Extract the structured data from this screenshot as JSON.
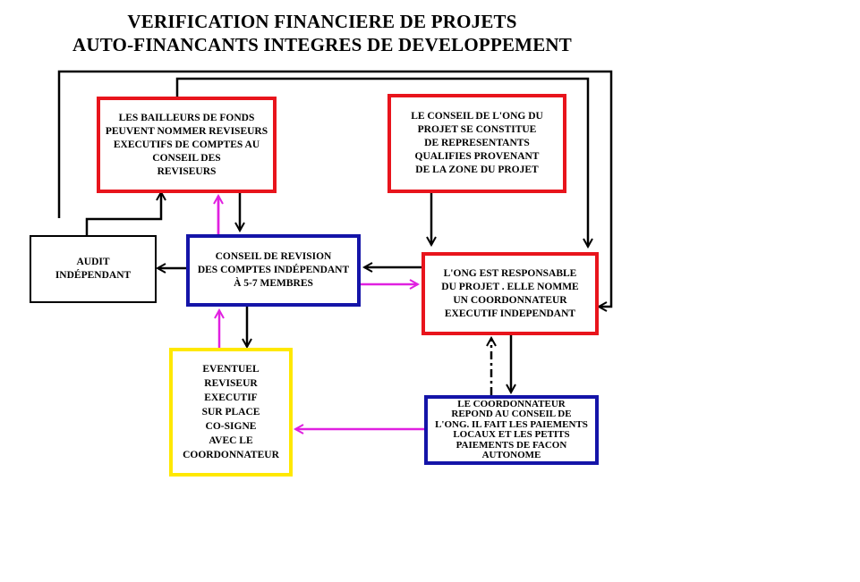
{
  "title": {
    "line1": "VERIFICATION FINANCIERE DE PROJETS",
    "line2": "AUTO-FINANCANTS INTEGRES DE DEVELOPPEMENT"
  },
  "boxes": {
    "bailleurs": "LES BAILLEURS DE FONDS\nPEUVENT NOMMER REVISEURS\nEXECUTIFS DE  COMPTES AU\nCONSEIL DES\nREVISEURS",
    "conseil_ong": "LE CONSEIL DE L'ONG DU\nPROJET SE CONSTITUE\nDE REPRESENTANTS\nQUALIFIES PROVENANT\nDE LA ZONE DU PROJET",
    "audit": "AUDIT\nINDÉPENDANT",
    "conseil_revision": "CONSEIL DE REVISION\nDES COMPTES INDÉPENDANT\nÀ 5-7 MEMBRES",
    "ong_responsable": "L'ONG EST RESPONSABLE\nDU PROJET . ELLE  NOMME\nUN COORDONNATEUR\nEXECUTIF INDEPENDANT",
    "eventuel": "EVENTUEL\nREVISEUR\nEXECUTIF\nSUR PLACE\nCO-SIGNE\nAVEC LE\nCOORDONNATEUR",
    "coordonnateur": "LE  COORDONNATEUR\nREPOND AU CONSEIL DE\nL'ONG. IL FAIT LES PAIEMENTS\nLOCAUX ET LES PETITS\nPAIEMENTS DE FACON\nAUTONOME"
  },
  "colors": {
    "red": "#e8141c",
    "blue": "#1414a8",
    "yellow": "#ffe800",
    "magenta": "#e020e0",
    "black": "#000000"
  }
}
